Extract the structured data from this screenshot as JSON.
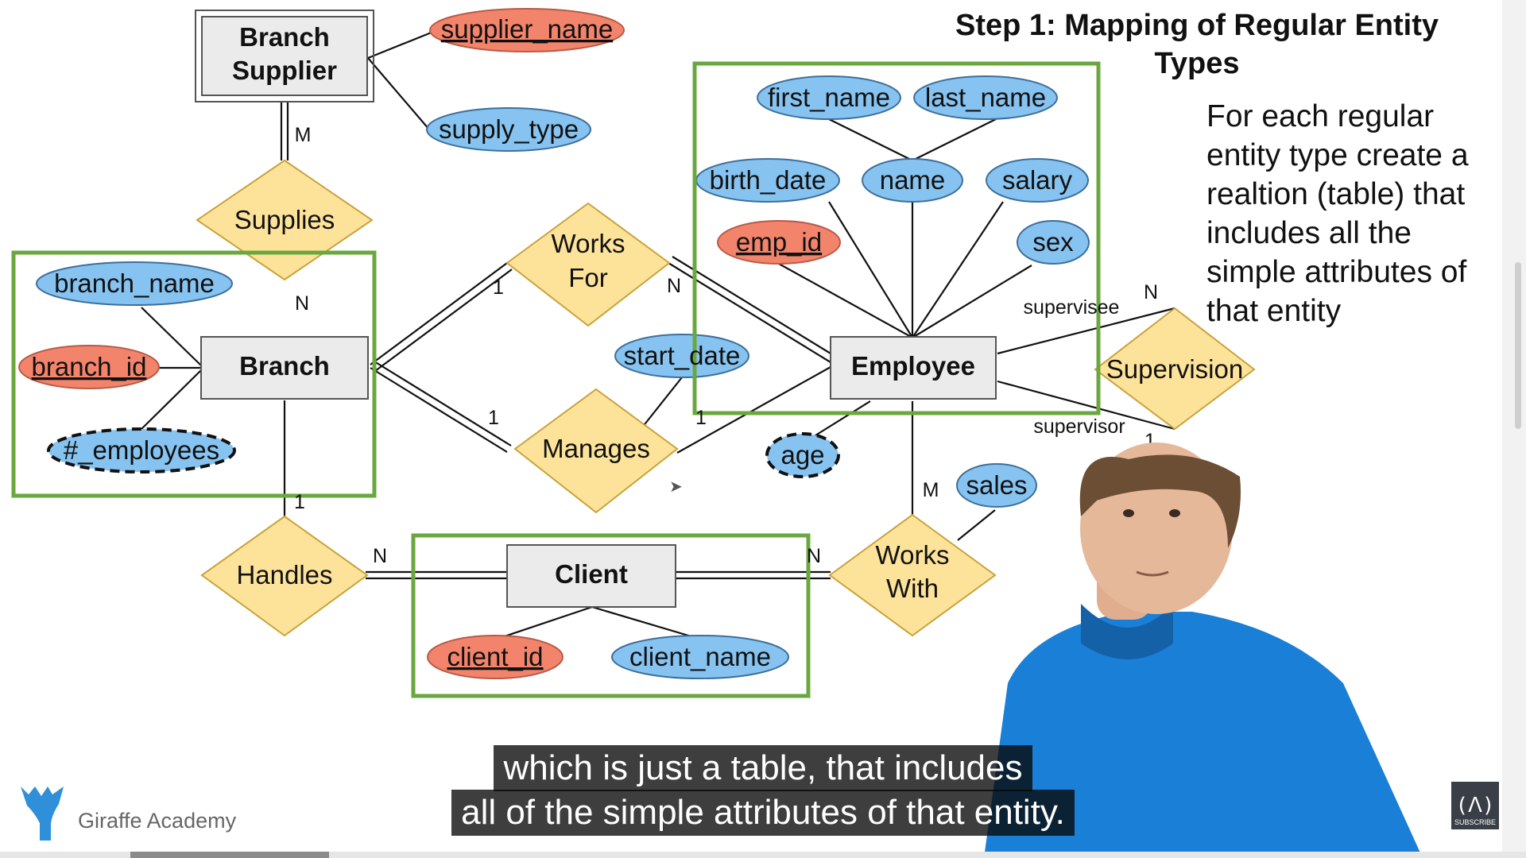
{
  "title": "Step 1: Mapping of Regular Entity Types",
  "description": "For each regular entity type create a realtion (table) that includes all the simple attributes of that entity",
  "entities": {
    "branch_supplier": "Branch Supplier",
    "branch": "Branch",
    "employee": "Employee",
    "client": "Client"
  },
  "relationships": {
    "supplies": "Supplies",
    "works_for": "Works For",
    "manages": "Manages",
    "supervision": "Supervision",
    "handles": "Handles",
    "works_with": "Works With"
  },
  "attributes": {
    "supplier_name": "supplier_name",
    "supply_type": "supply_type",
    "first_name": "first_name",
    "last_name": "last_name",
    "birth_date": "birth_date",
    "name": "name",
    "salary": "salary",
    "emp_id": "emp_id",
    "sex": "sex",
    "branch_name": "branch_name",
    "branch_id": "branch_id",
    "num_employees": "#_employees",
    "start_date": "start_date",
    "age": "age",
    "sales": "sales",
    "client_id": "client_id",
    "client_name": "client_name"
  },
  "cardinality": {
    "supplies_m": "M",
    "supplies_n": "N",
    "works_for_1": "1",
    "works_for_n": "N",
    "manages_1_branch": "1",
    "manages_1_employee": "1",
    "supervision_n": "N",
    "supervision_1": "1",
    "handles_1": "1",
    "handles_n": "N",
    "works_with_m": "M",
    "works_with_n": "N"
  },
  "roles": {
    "supervisee": "supervisee",
    "supervisor": "supervisor"
  },
  "logo_text": "Giraffe Academy",
  "subscribe_label": "SUBSCRIBE",
  "subscribe_glyph": "(ᐱ)",
  "captions": {
    "line1": "which is just a table, that includes",
    "line2": "all of the simple attributes of that entity."
  },
  "video_progress": 0.13,
  "colors": {
    "entity_fill": "#ebebeb",
    "relationship_fill": "#fde39a",
    "attribute_fill": "#86c3f0",
    "key_attribute_fill": "#f3846c",
    "highlight_border": "#6aa83f",
    "shirt": "#1a7fd6",
    "skin": "#e6b89a",
    "hair": "#6b4e34"
  }
}
